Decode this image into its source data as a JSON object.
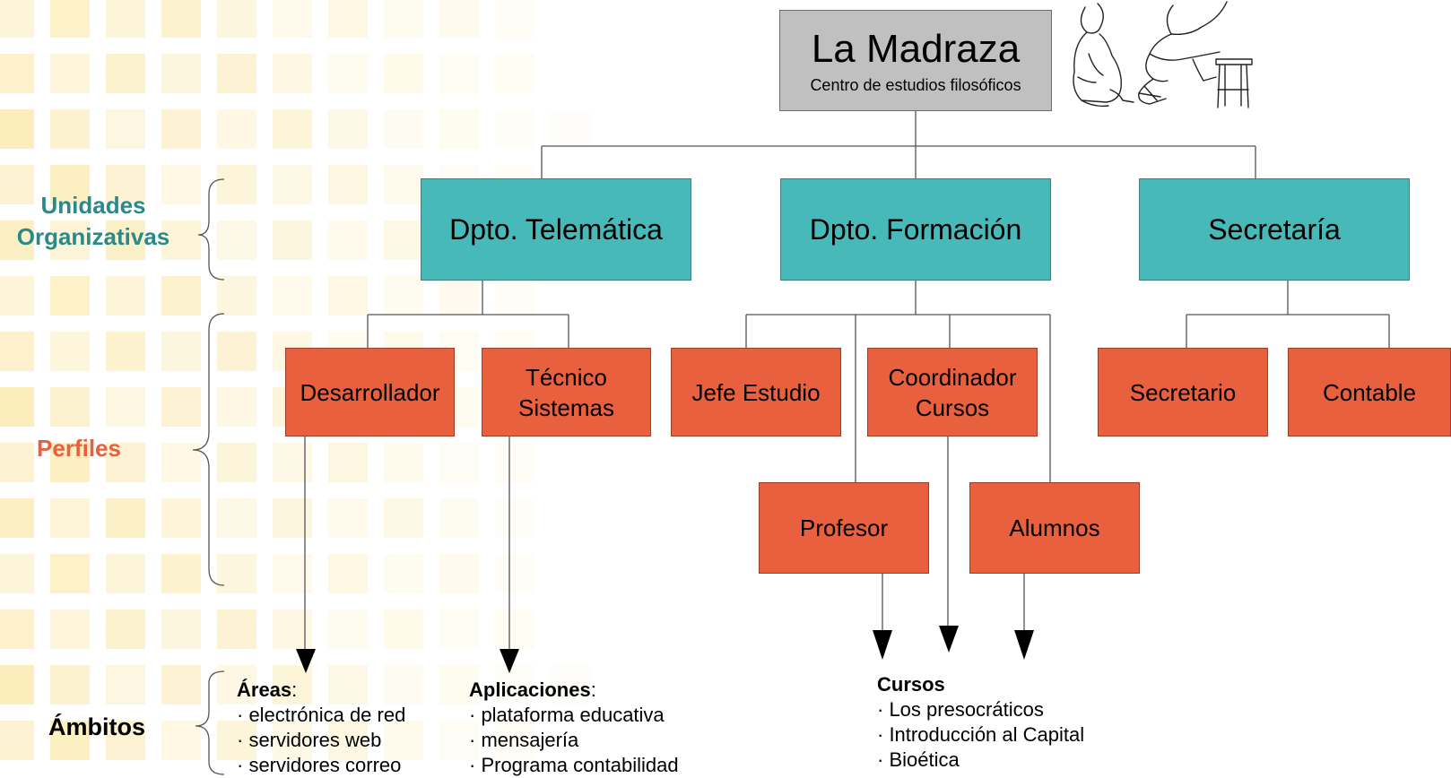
{
  "root": {
    "title": "La Madraza",
    "subtitle": "Centro de estudios filosóficos"
  },
  "departments": {
    "telematica": "Dpto. Telemática",
    "formacion": "Dpto. Formación",
    "secretaria": "Secretaría"
  },
  "profiles": {
    "desarrollador": "Desarrollador",
    "tecnico_line1": "Técnico",
    "tecnico_line2": "Sistemas",
    "jefe_estudio": "Jefe Estudio",
    "coordinador_line1": "Coordinador",
    "coordinador_line2": "Cursos",
    "profesor": "Profesor",
    "alumnos": "Alumnos",
    "secretario": "Secretario",
    "contable": "Contable"
  },
  "side_labels": {
    "unidades_line1": "Unidades",
    "unidades_line2": "Organizativas",
    "perfiles": "Perfiles",
    "ambitos": "Ámbitos"
  },
  "scopes": {
    "areas": {
      "heading": "Áreas",
      "suffix": ":",
      "items": [
        "· electrónica de red",
        "· servidores web",
        "· servidores correo"
      ]
    },
    "aplicaciones": {
      "heading": "Aplicaciones",
      "suffix": ":",
      "items": [
        "· plataforma educativa",
        "· mensajería",
        "· Programa contabilidad"
      ]
    },
    "cursos": {
      "heading": "Cursos",
      "items": [
        "· Los presocráticos",
        "· Introducción al Capital",
        "· Bioética"
      ]
    }
  },
  "colors": {
    "root_fill": "#c0c0c0",
    "department_fill": "#48b9b9",
    "profile_fill": "#e8603e",
    "unidades_label": "#2a8a8a",
    "perfiles_label": "#e8603e",
    "ambitos_label": "#000000",
    "background_tile": "#f7d76a"
  }
}
